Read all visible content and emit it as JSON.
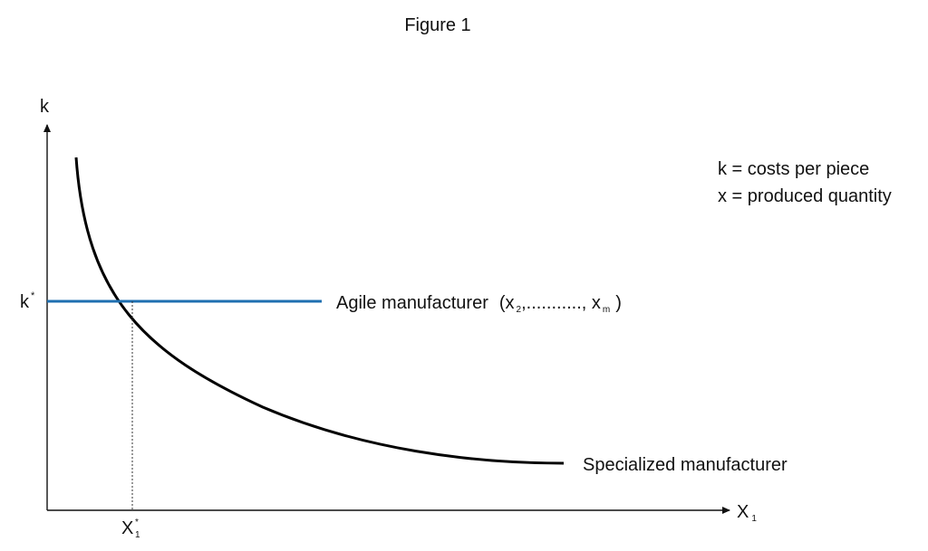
{
  "figure": {
    "title": "Figure 1"
  },
  "axes": {
    "y_label": "k",
    "x_label": "X",
    "x_label_sub": "1"
  },
  "marks": {
    "k_star": "k",
    "k_star_sup": "*",
    "x_star": "X",
    "x_star_sub": "1",
    "x_star_sup": "*"
  },
  "curves": {
    "agile": {
      "label": "Agile manufacturer",
      "color": "#1f6fb0",
      "paren_open": "(x",
      "sub_2": "2",
      "dots": ",..........., x",
      "sub_m": "m",
      "paren_close": ")"
    },
    "specialized": {
      "label": "Specialized manufacturer",
      "color": "#000000"
    }
  },
  "legend": {
    "line1": "k = costs per piece",
    "line2": "x = produced quantity"
  }
}
